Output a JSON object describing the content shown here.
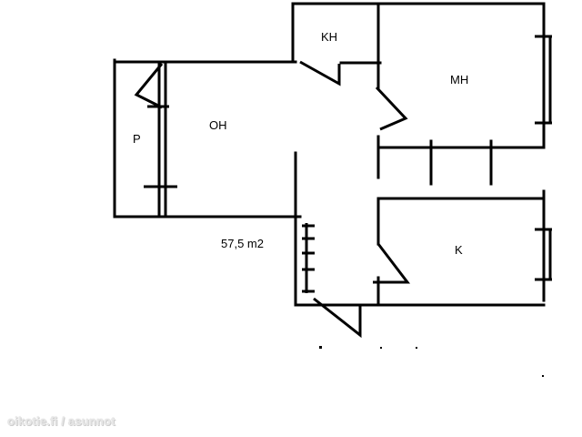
{
  "rooms": {
    "kh": "KH",
    "mh": "MH",
    "oh": "OH",
    "p": "P",
    "k": "K"
  },
  "area": "57,5 m2",
  "watermark": "oikotie.fi / asunnot",
  "colors": {
    "walls": "#000000",
    "background": "#ffffff",
    "watermark": "#e8e8e8"
  }
}
